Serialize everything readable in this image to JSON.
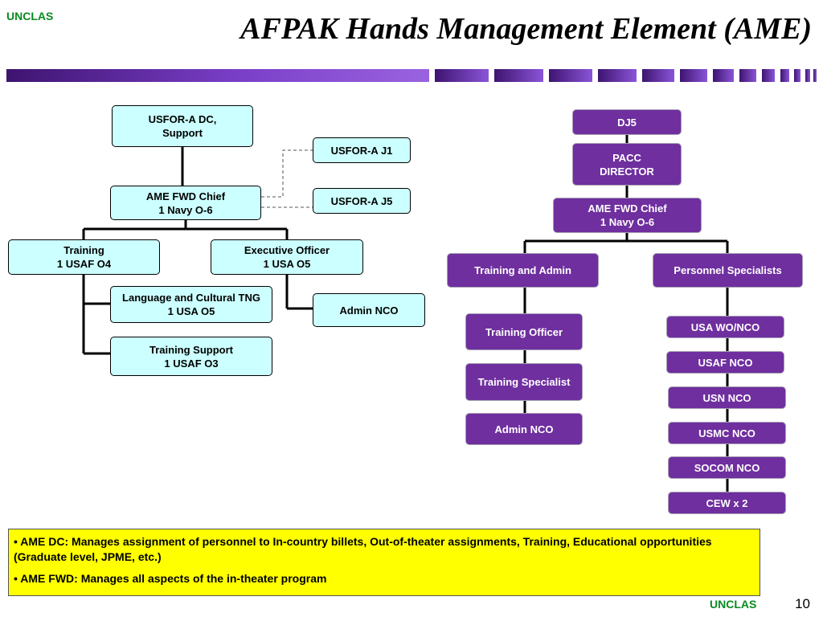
{
  "classification_top": "UNCLAS",
  "classification_bottom": "UNCLAS",
  "title": "AFPAK Hands Management Element (AME)",
  "page_number": "10",
  "colors": {
    "band": "#4b1a86",
    "band_gradient_end": "#8a4fd6",
    "cyan_box": "#ccffff",
    "purple_box": "#6f2f9f",
    "note": "#ffff00",
    "classification": "#0a8a1f"
  },
  "left_chart": {
    "dc": [
      "USFOR-A DC,",
      "Support"
    ],
    "j1": [
      "USFOR-A J1"
    ],
    "j5": [
      "USFOR-A J5"
    ],
    "fwd_chief": [
      "AME FWD Chief",
      "1 Navy O-6"
    ],
    "training": [
      "Training",
      "1 USAF O4"
    ],
    "xo": [
      "Executive Officer",
      "1 USA O5"
    ],
    "lang": [
      "Language and Cultural TNG",
      "1 USA O5"
    ],
    "train_support": [
      "Training Support",
      "1 USAF O3"
    ],
    "admin_nco": [
      "Admin NCO"
    ]
  },
  "right_chart": {
    "dj5": [
      "DJ5"
    ],
    "pacc": [
      "PACC",
      "DIRECTOR"
    ],
    "fwd_chief": [
      "AME FWD Chief",
      "1 Navy O-6"
    ],
    "training_admin": [
      "Training and Admin"
    ],
    "personnel": [
      "Personnel Specialists"
    ],
    "training_officer": [
      "Training Officer"
    ],
    "training_specialist": [
      "Training Specialist"
    ],
    "admin_nco": [
      "Admin NCO"
    ],
    "usa_wo": [
      "USA WO/NCO"
    ],
    "usaf_nco": [
      "USAF NCO"
    ],
    "usn_nco": [
      "USN NCO"
    ],
    "usmc_nco": [
      "USMC NCO"
    ],
    "socom_nco": [
      "SOCOM NCO"
    ],
    "cew": [
      "CEW x 2"
    ]
  },
  "notes": [
    "• AME DC:  Manages assignment of personnel to  In-country billets, Out-of-theater assignments, Training, Educational opportunities (Graduate level, JPME, etc.)",
    "• AME FWD:  Manages all aspects of the in-theater program"
  ]
}
